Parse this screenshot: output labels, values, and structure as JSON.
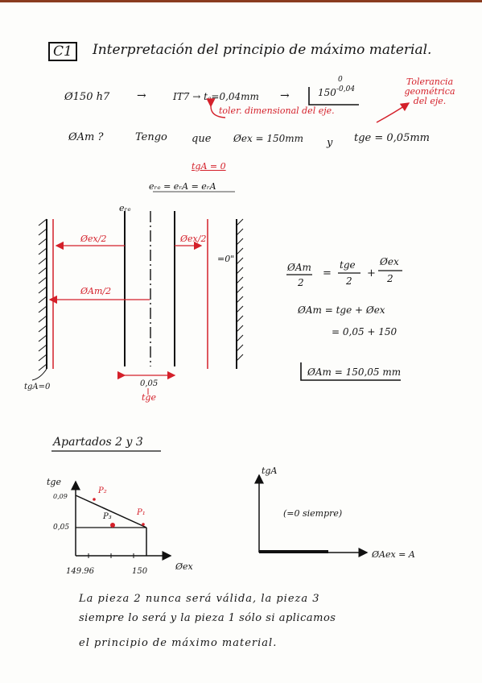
{
  "page": {
    "section_id": "C1",
    "title": "Interpretación del principio de máximo material.",
    "line1": {
      "spec": "Ø150   h7",
      "arrow1": "→",
      "it": "IT7 → tₐ=0,04mm",
      "arrow2": "→",
      "dim_base": "150",
      "dim_sup": "0",
      "dim_inf": "-0,04"
    },
    "notes_red": {
      "tol_dim": "toler. dimensional del eje.",
      "tol_geo": "Tolerancia geométrica del eje."
    },
    "line2": {
      "question": "ØAm ?",
      "tengo": "Tengo",
      "que": "que",
      "dex": "Øex = 150mm",
      "y": "y",
      "tge": "tge = 0,05mm"
    },
    "diagram": {
      "tga": "tgA = 0",
      "err": "eᵣₑ = eᵣA = eᵣA",
      "ere": "eᵣₑ",
      "dex2": "Øex/2",
      "dex2_right": "Øex/2",
      "dam2": "ØAm/2",
      "zero": "=0\"",
      "gap": "0,05",
      "tge": "tge",
      "tga0": "tgA=0"
    },
    "formula": {
      "frac1_num": "ØAm",
      "frac1_den": "2",
      "eq": "=",
      "frac2_num": "tge",
      "frac2_den": "2",
      "plus": "+",
      "frac3_num": "Øex",
      "frac3_den": "2",
      "line2": "ØAm = tge + Øex",
      "line3": "= 0,05 + 150",
      "result": "ØAm = 150,05 mm"
    },
    "apartados": {
      "heading": "Apartados 2 y 3",
      "graph1": {
        "ylabel": "tge",
        "y_top": "0,09",
        "y_mid": "0,05",
        "x_left": "149.96",
        "x_right": "150",
        "xlabel": "Øex",
        "p2": "P₂",
        "p3": "P₃",
        "p1": "P₁"
      },
      "graph2": {
        "ylabel": "tgA",
        "note": "(=0 siempre)",
        "xlabel": "ØAex = A"
      }
    },
    "conclusion": {
      "line1": "La pieza 2 nunca será válida, la pieza 3",
      "line2": "siempre lo será y la pieza 1 sólo si aplicamos",
      "line3": "el principio de máximo material."
    }
  },
  "colors": {
    "ink": "#161616",
    "red": "#d4202a",
    "top_bar": "#8a3b1f"
  }
}
